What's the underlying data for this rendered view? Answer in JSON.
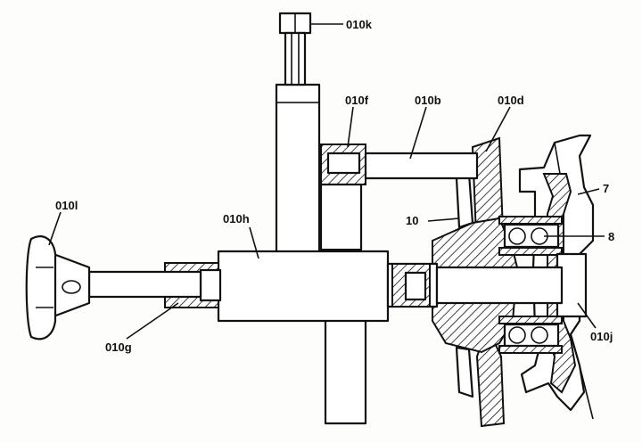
{
  "diagram": {
    "labels": {
      "l_010k": "010k",
      "l_010f": "010f",
      "l_010b": "010b",
      "l_010d": "010d",
      "l_7": "7",
      "l_10": "10",
      "l_8": "8",
      "l_010h": "010h",
      "l_010l": "010l",
      "l_010g": "010g",
      "l_010j": "010j"
    }
  }
}
